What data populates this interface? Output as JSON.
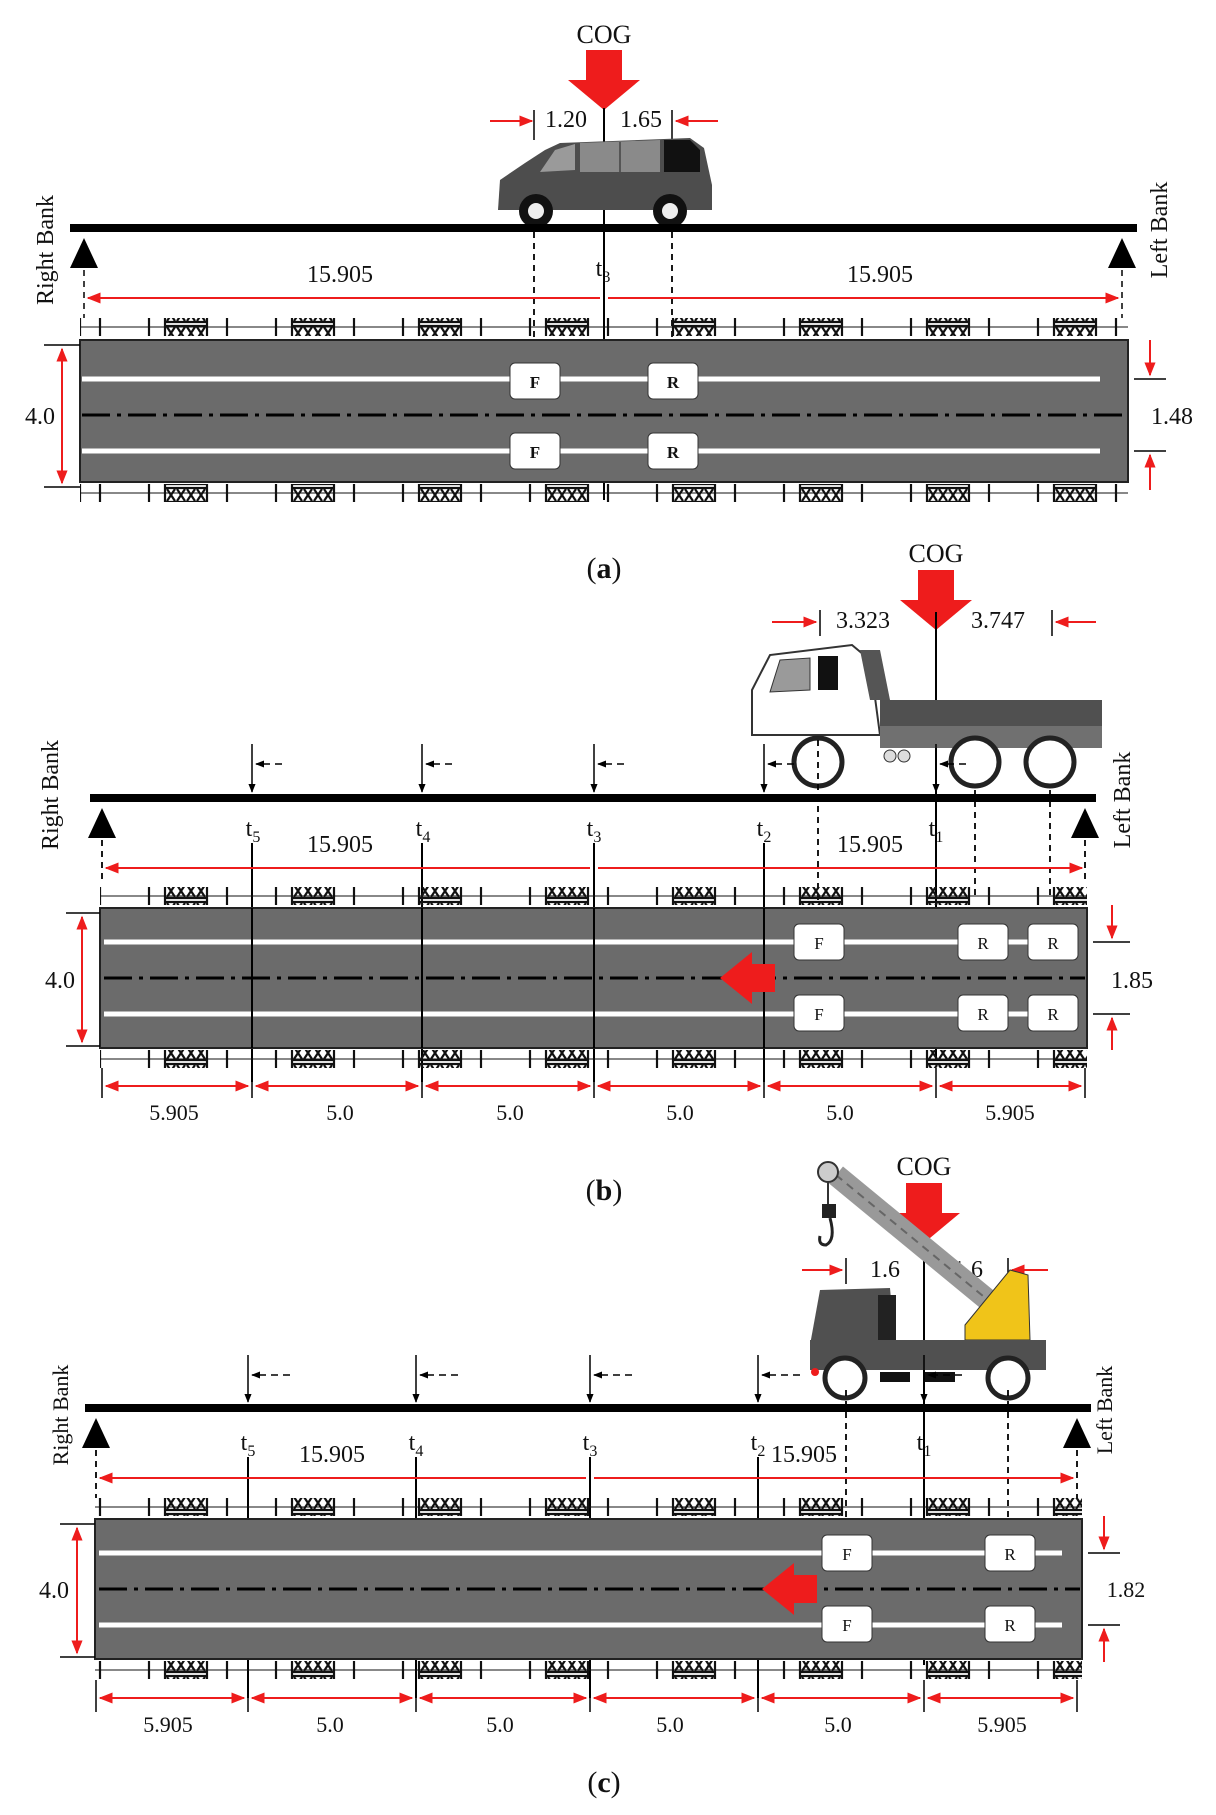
{
  "common": {
    "right_bank": "Right Bank",
    "left_bank": "Left Bank",
    "cog": "COG",
    "span_half": "15.905",
    "width": "4.0",
    "wheel_front": "F",
    "wheel_rear": "R",
    "seg_end": "5.905",
    "seg_mid": "5.0"
  },
  "panel_a": {
    "caption_pre": "(",
    "caption_letter": "a",
    "caption_post": ")",
    "dim_front": "1.20",
    "dim_rear": "1.65",
    "t3": "t",
    "t3_sub": "3",
    "track": "1.48"
  },
  "panel_b": {
    "caption_pre": "(",
    "caption_letter": "b",
    "caption_post": ")",
    "dim_front": "3.323",
    "dim_rear": "3.747",
    "track": "1.85",
    "t_labels": [
      {
        "t": "t",
        "sub": "5"
      },
      {
        "t": "t",
        "sub": "4"
      },
      {
        "t": "t",
        "sub": "3"
      },
      {
        "t": "t",
        "sub": "2"
      },
      {
        "t": "t",
        "sub": "1"
      }
    ]
  },
  "panel_c": {
    "caption_pre": "(",
    "caption_letter": "c",
    "caption_post": ")",
    "dim_front": "1.6",
    "dim_rear": "1.6",
    "track": "1.82",
    "t_labels": [
      {
        "t": "t",
        "sub": "5"
      },
      {
        "t": "t",
        "sub": "4"
      },
      {
        "t": "t",
        "sub": "3"
      },
      {
        "t": "t",
        "sub": "2"
      },
      {
        "t": "t",
        "sub": "1"
      }
    ]
  },
  "colors": {
    "dimension_red": "#ee1c1c",
    "deck_gray": "#6b6b6b",
    "vehicle_gray": "#505050",
    "crane_yellow": "#f0c419"
  }
}
